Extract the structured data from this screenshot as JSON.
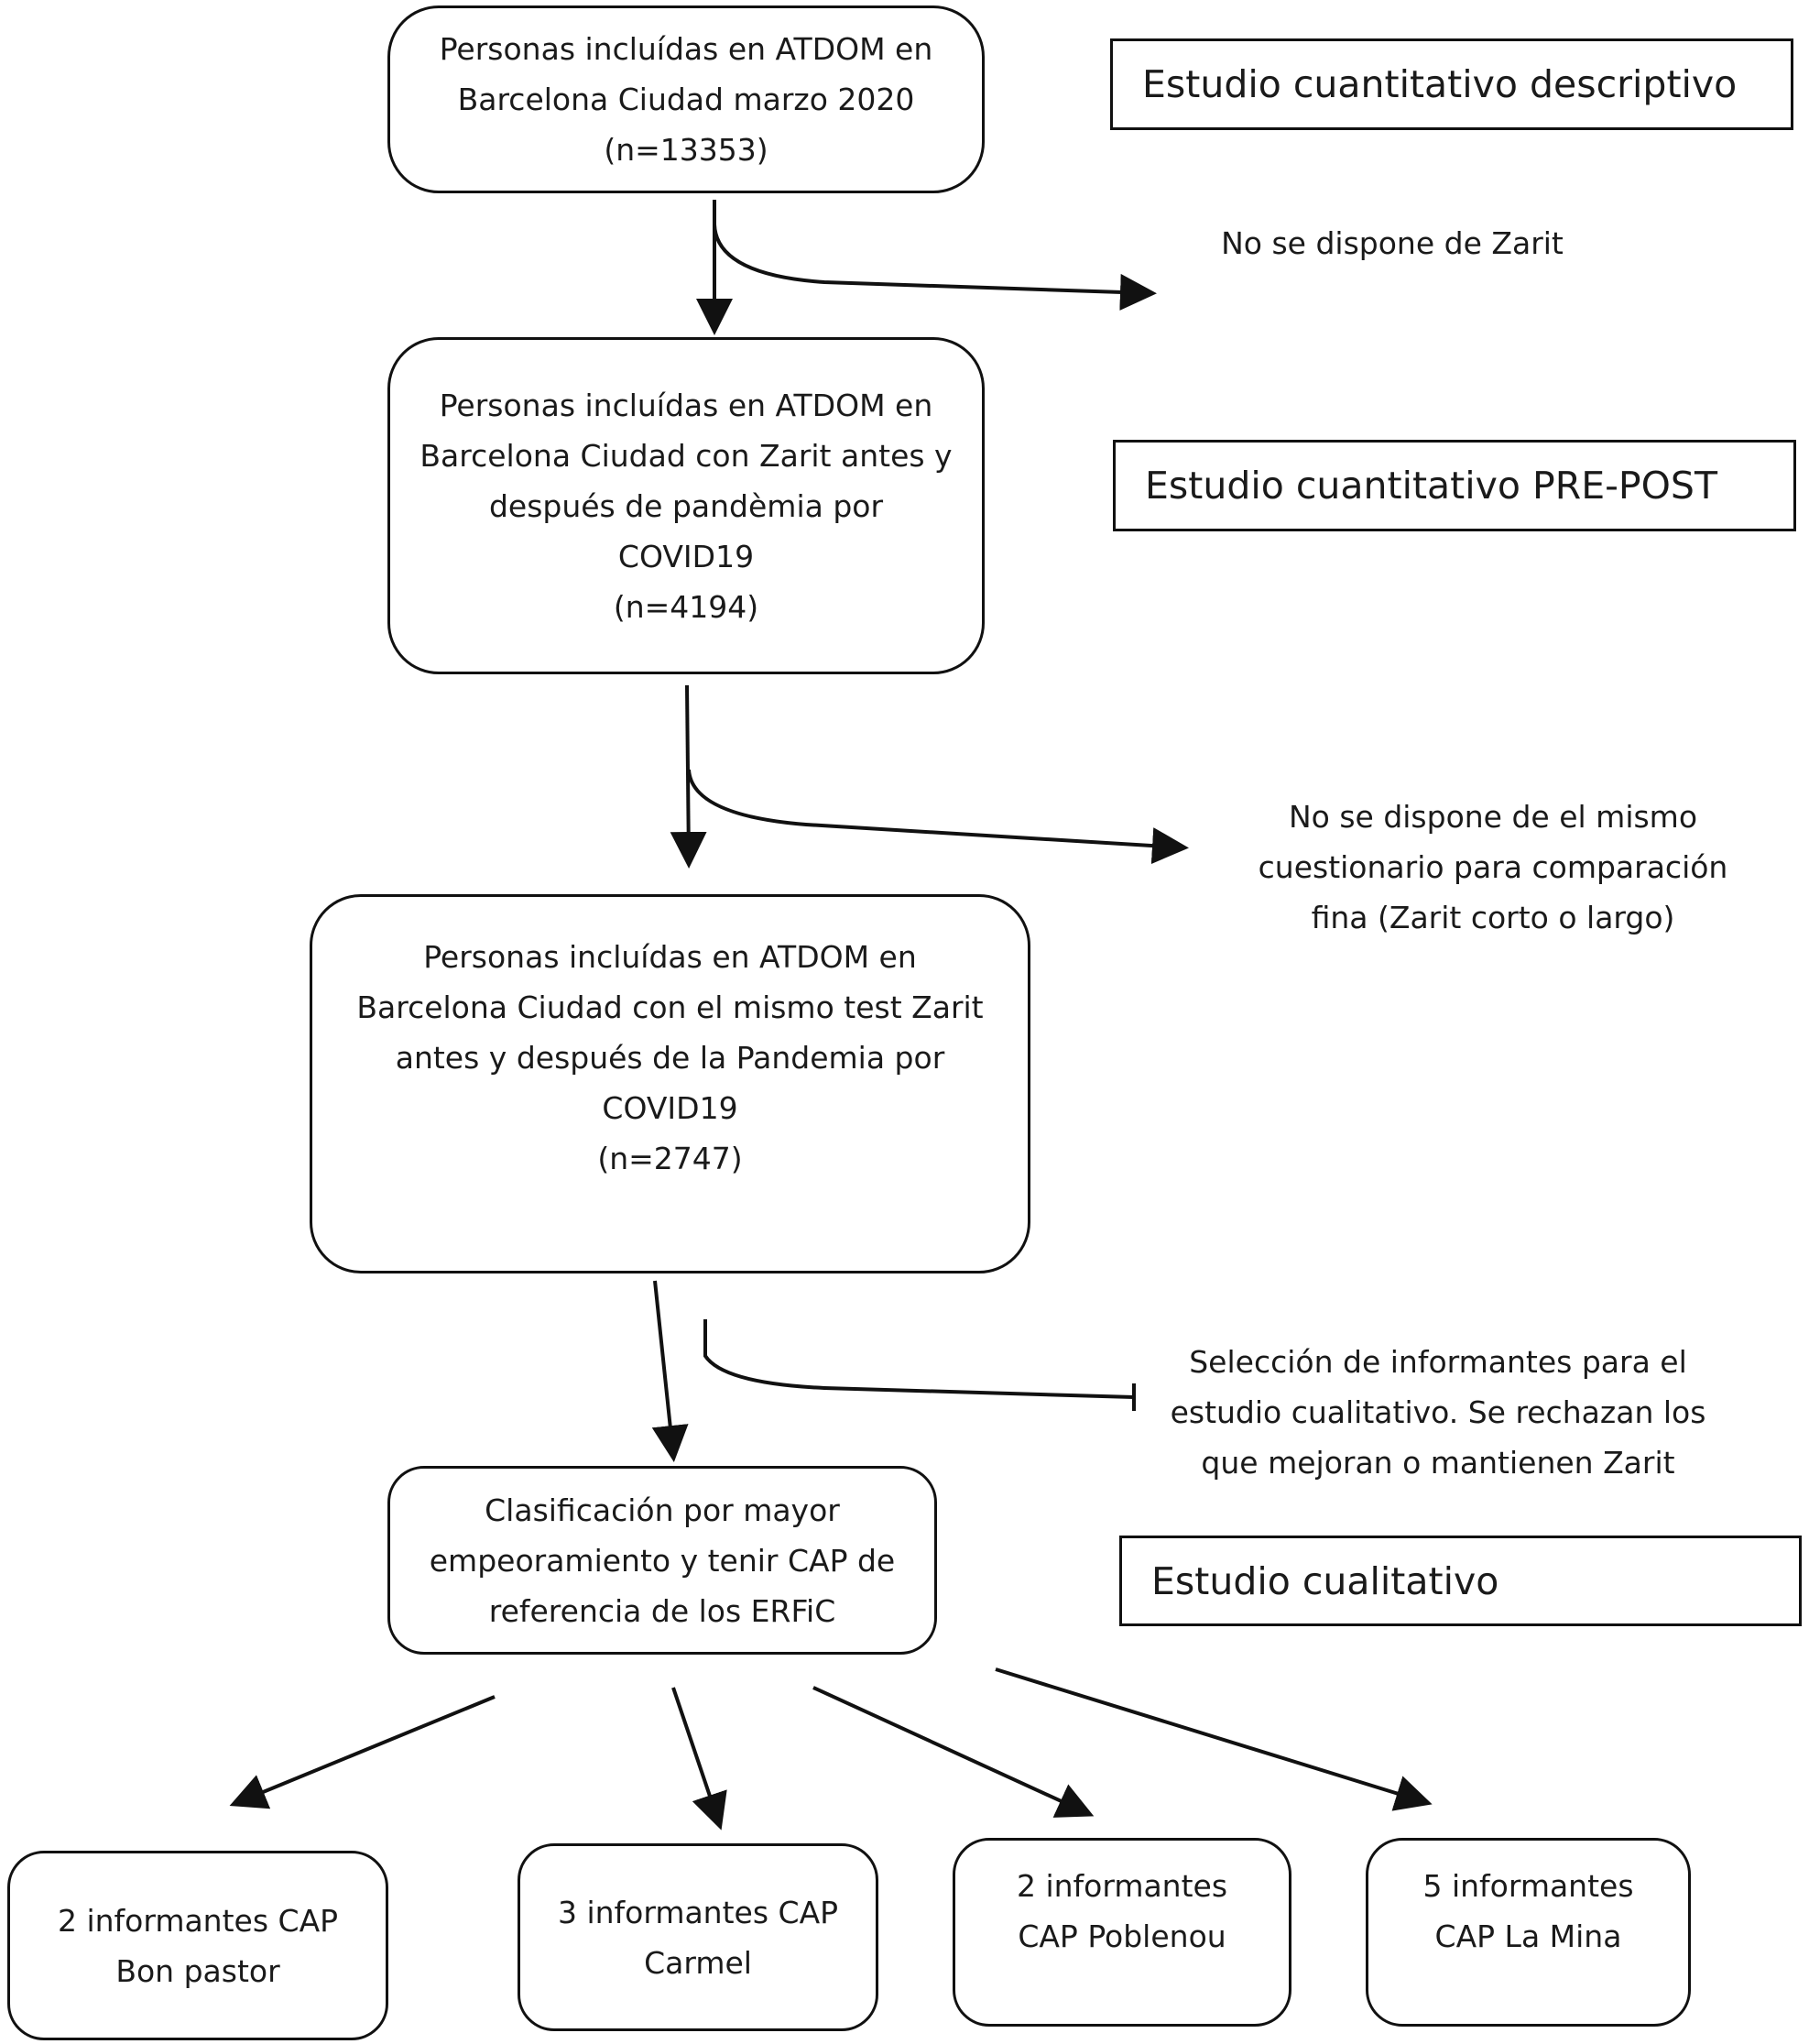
{
  "boxes": {
    "box1": [
      "Personas incluídas en ATDOM en",
      "Barcelona Ciudad marzo 2020",
      "(n=13353)"
    ],
    "box2": [
      "Personas incluídas en ATDOM en",
      "Barcelona Ciudad con Zarit antes y",
      "después de pandèmia por",
      "COVID19",
      "(n=4194)"
    ],
    "box3": [
      "Personas incluídas en ATDOM en",
      "Barcelona Ciudad con el mismo test Zarit",
      "antes y después de la Pandemia por",
      "COVID19",
      "(n=2747)"
    ],
    "box4": [
      "Clasificación por mayor",
      "empeoramiento y tenir CAP de",
      "referencia de los ERFiC"
    ]
  },
  "exclusions": {
    "ex1": [
      "No se dispone de Zarit"
    ],
    "ex2": [
      "No se dispone de el mismo",
      "cuestionario para comparación",
      "fina (Zarit corto o largo)"
    ],
    "ex3": [
      "Selección de informantes para el",
      "estudio cualitativo. Se rechazan los",
      "que mejoran o mantienen Zarit"
    ]
  },
  "studies": {
    "s1": "Estudio cuantitativo descriptivo",
    "s2": "Estudio cuantitativo PRE-POST",
    "s3": "Estudio cualitativo"
  },
  "leaves": {
    "l1": [
      "2 informantes CAP",
      "Bon pastor"
    ],
    "l2": [
      "3 informantes CAP",
      "Carmel"
    ],
    "l3": [
      "2 informantes",
      "CAP Poblenou"
    ],
    "l4": [
      "5 informantes",
      "CAP La Mina"
    ]
  }
}
